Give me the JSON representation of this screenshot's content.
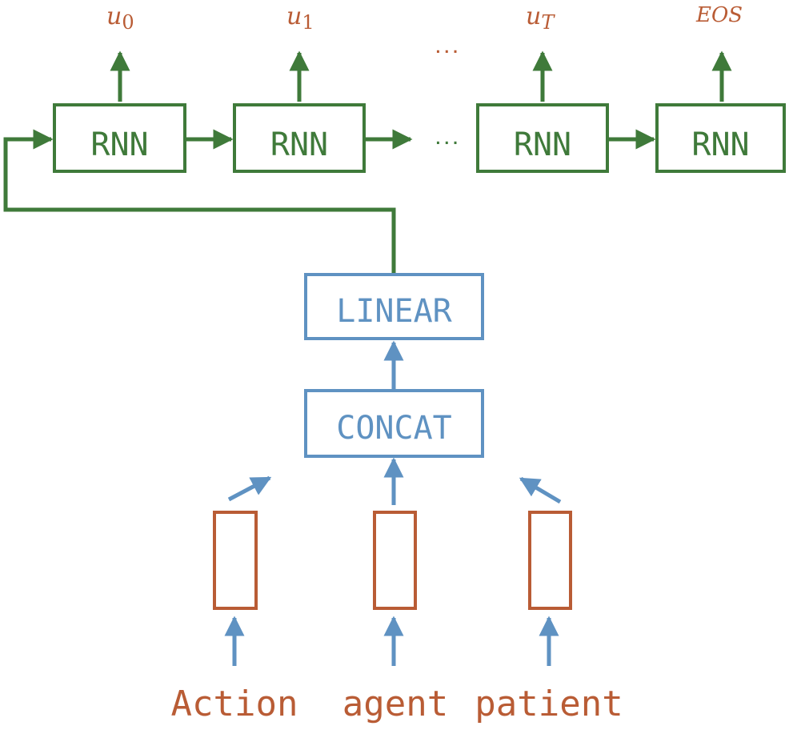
{
  "colors": {
    "green": "#3f7a3a",
    "blue": "#5f92c2",
    "orange": "#b95c35"
  },
  "rnn": {
    "label": "RNN",
    "ellipsis": "...",
    "outputs": {
      "u0": {
        "base": "u",
        "sub": "0"
      },
      "u1": {
        "base": "u",
        "sub": "1"
      },
      "uT": {
        "base": "u",
        "sub": "T"
      },
      "eos": "EOS"
    }
  },
  "linear": {
    "label": "LINEAR"
  },
  "concat": {
    "label": "CONCAT"
  },
  "inputs": {
    "action": "Action",
    "agent": "agent",
    "patient": "patient"
  }
}
